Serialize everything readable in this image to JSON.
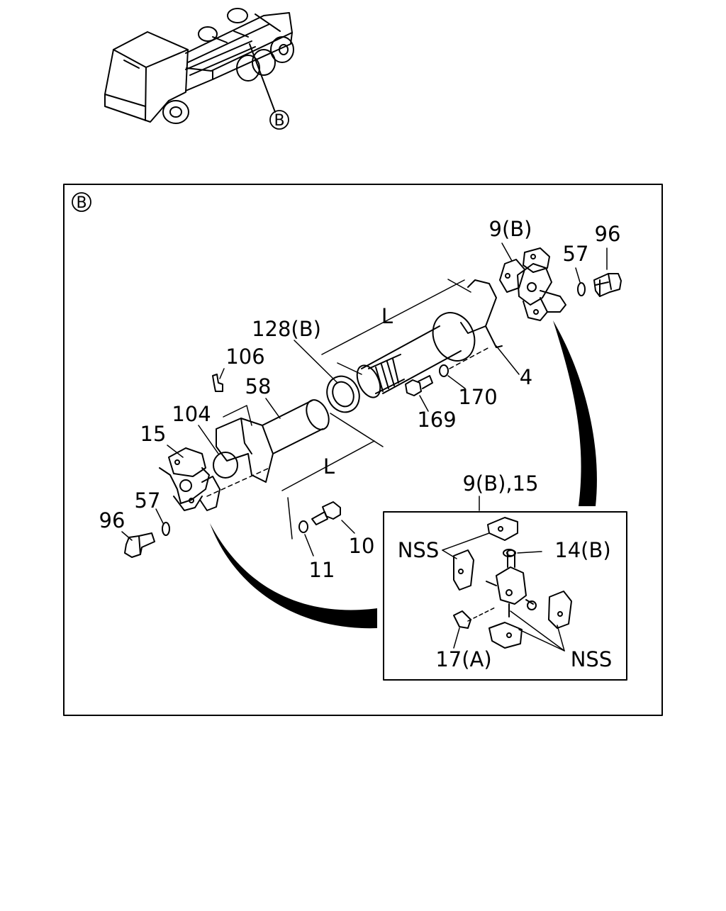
{
  "view_marker": "B",
  "inset_marker": "B",
  "callouts": {
    "p9b_top": "9(B)",
    "p96_top": "96",
    "p57_top": "57",
    "pL_top": "L",
    "p128b": "128(B)",
    "p106": "106",
    "p58": "58",
    "p104": "104",
    "p15": "15",
    "p4": "4",
    "p170": "170",
    "p169": "169",
    "pL_bottom": "L",
    "p57_bottom": "57",
    "p96_bottom": "96",
    "p10": "10",
    "p11": "11"
  },
  "detail": {
    "title": "9(B),15",
    "nss_left": "NSS",
    "p14b": "14(B)",
    "p17a": "17(A)",
    "nss_right": "NSS"
  },
  "colors": {
    "line": "#000000",
    "background": "#ffffff"
  }
}
